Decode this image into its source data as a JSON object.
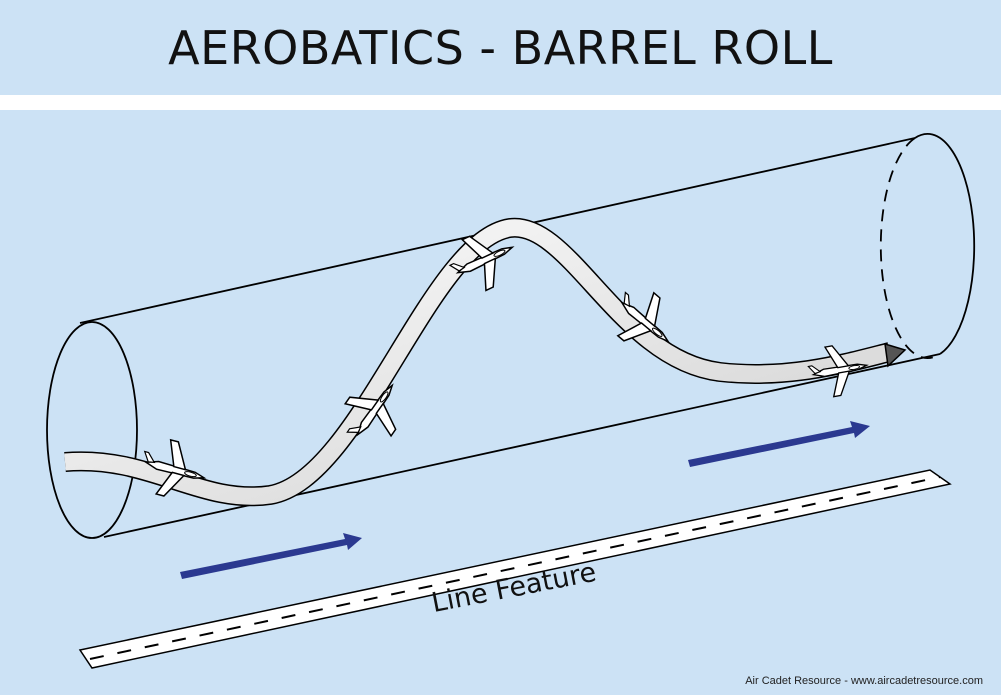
{
  "title": "AEROBATICS - BARREL ROLL",
  "line_feature_label": "Line Feature",
  "credit": "Air Cadet Resource - www.aircadetresource.com",
  "colors": {
    "background": "#cce2f5",
    "arrow": "#2b3990",
    "band": "#ffffff"
  }
}
